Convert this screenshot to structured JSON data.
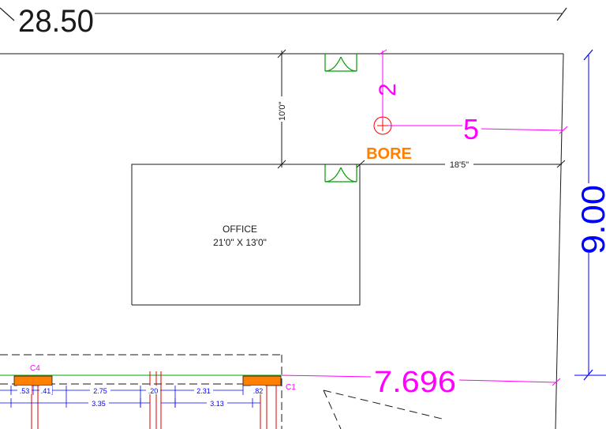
{
  "drawing": {
    "top_dimension": "28.50",
    "right_dimension": "9.00",
    "vertical_dim_10ft": "10'0\"",
    "horizontal_dim_18ft": "18'5\"",
    "bore_offset_top": "2",
    "bore_offset_right": "5",
    "bore_label": "BORE",
    "office_name": "OFFICE",
    "office_size": "21'0\" X 13'0\"",
    "bottom_dimension": "7.696",
    "column_c4": "C4",
    "column_c1": "C1",
    "small_dims_row1": [
      ".53",
      ".41",
      "2.75",
      ".20",
      "2.31",
      ".82"
    ],
    "small_dims_row2": [
      "3.35",
      "3.13"
    ]
  },
  "colors": {
    "linework": "#1a1a1a",
    "magenta": "#ff00ff",
    "bore_orange": "#ff8000",
    "door_green": "#00a000",
    "bore_red": "#ff0000",
    "dim_blue": "#0000ff",
    "column_orange": "#ff8000",
    "frame_red": "#e00000",
    "background": "#ffffff"
  }
}
